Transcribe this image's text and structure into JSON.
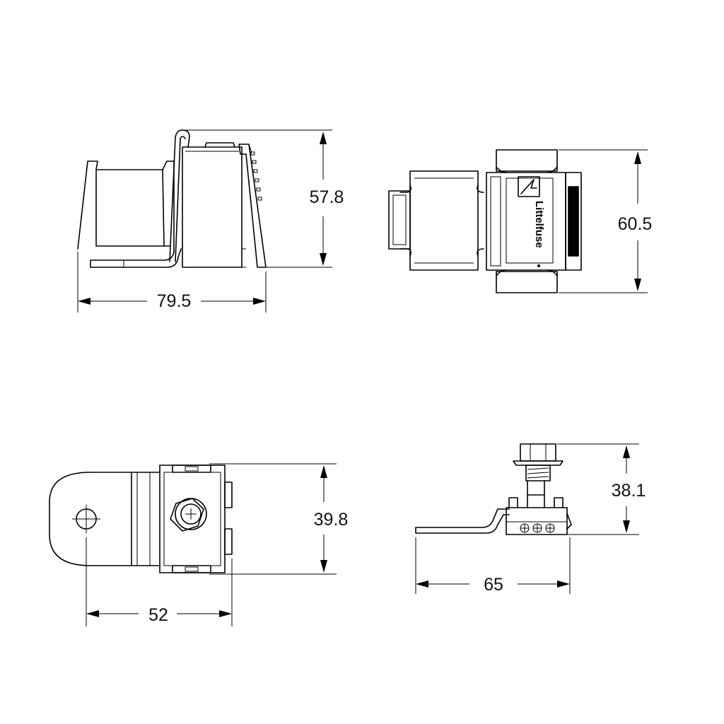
{
  "views": {
    "side": {
      "width": "79.5",
      "height": "57.8"
    },
    "top": {
      "height": "60.5",
      "brand": "Littelfuse"
    },
    "bottom": {
      "width": "52",
      "height": "39.8"
    },
    "end": {
      "width": "65",
      "height": "38.1"
    }
  },
  "colors": {
    "line": "#000000",
    "background": "#ffffff"
  }
}
